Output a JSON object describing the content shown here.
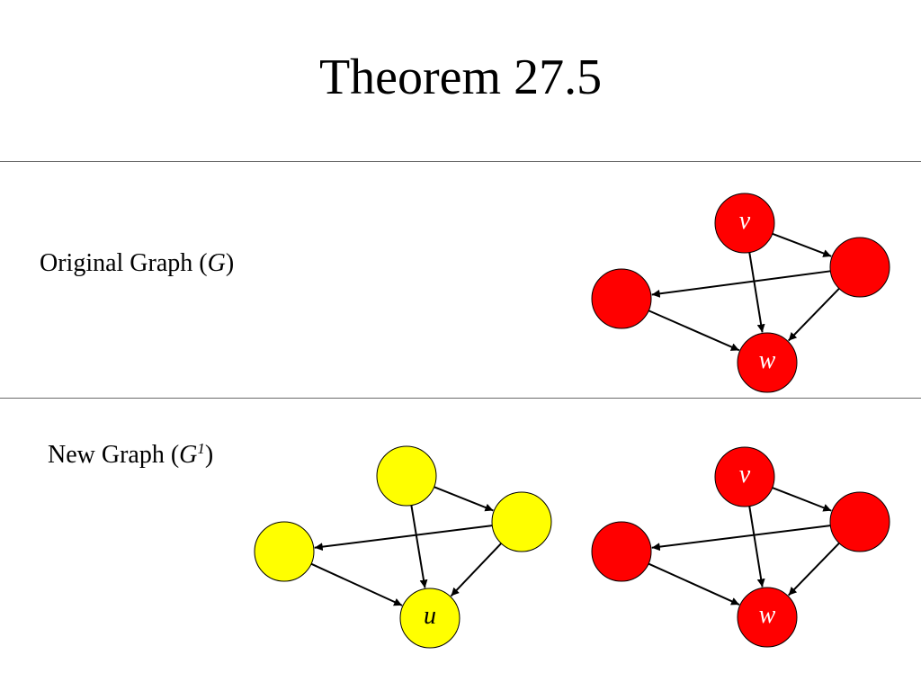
{
  "title": "Theorem 27.5",
  "original": {
    "label_prefix": "Original Graph (",
    "label_symbol": "G",
    "label_suffix": ")"
  },
  "new": {
    "label_prefix": "New Graph (",
    "label_symbol": "G",
    "label_superscript": "1",
    "label_suffix": ")"
  },
  "colors": {
    "red_node": "#ff0000",
    "yellow_node": "#ffff00",
    "node_stroke": "#000000",
    "red_label": "#ffffff",
    "yellow_label": "#000000"
  },
  "graphs": {
    "original": {
      "fill": "red",
      "nodes": [
        {
          "id": "top",
          "label": "v"
        },
        {
          "id": "right",
          "label": ""
        },
        {
          "id": "left",
          "label": ""
        },
        {
          "id": "bottom",
          "label": "w"
        }
      ],
      "edges": [
        [
          "top",
          "right"
        ],
        [
          "right",
          "left"
        ],
        [
          "top",
          "bottom"
        ],
        [
          "right",
          "bottom"
        ],
        [
          "left",
          "bottom"
        ]
      ]
    },
    "new_copy": {
      "fill": "yellow",
      "nodes": [
        {
          "id": "top",
          "label": ""
        },
        {
          "id": "right",
          "label": ""
        },
        {
          "id": "left",
          "label": ""
        },
        {
          "id": "bottom",
          "label": "u"
        }
      ],
      "edges": [
        [
          "top",
          "right"
        ],
        [
          "right",
          "left"
        ],
        [
          "top",
          "bottom"
        ],
        [
          "right",
          "bottom"
        ],
        [
          "left",
          "bottom"
        ]
      ]
    },
    "new_original": {
      "fill": "red",
      "nodes": [
        {
          "id": "top",
          "label": "v"
        },
        {
          "id": "right",
          "label": ""
        },
        {
          "id": "left",
          "label": ""
        },
        {
          "id": "bottom",
          "label": "w"
        }
      ],
      "edges": [
        [
          "top",
          "right"
        ],
        [
          "right",
          "left"
        ],
        [
          "top",
          "bottom"
        ],
        [
          "right",
          "bottom"
        ],
        [
          "left",
          "bottom"
        ]
      ]
    }
  }
}
